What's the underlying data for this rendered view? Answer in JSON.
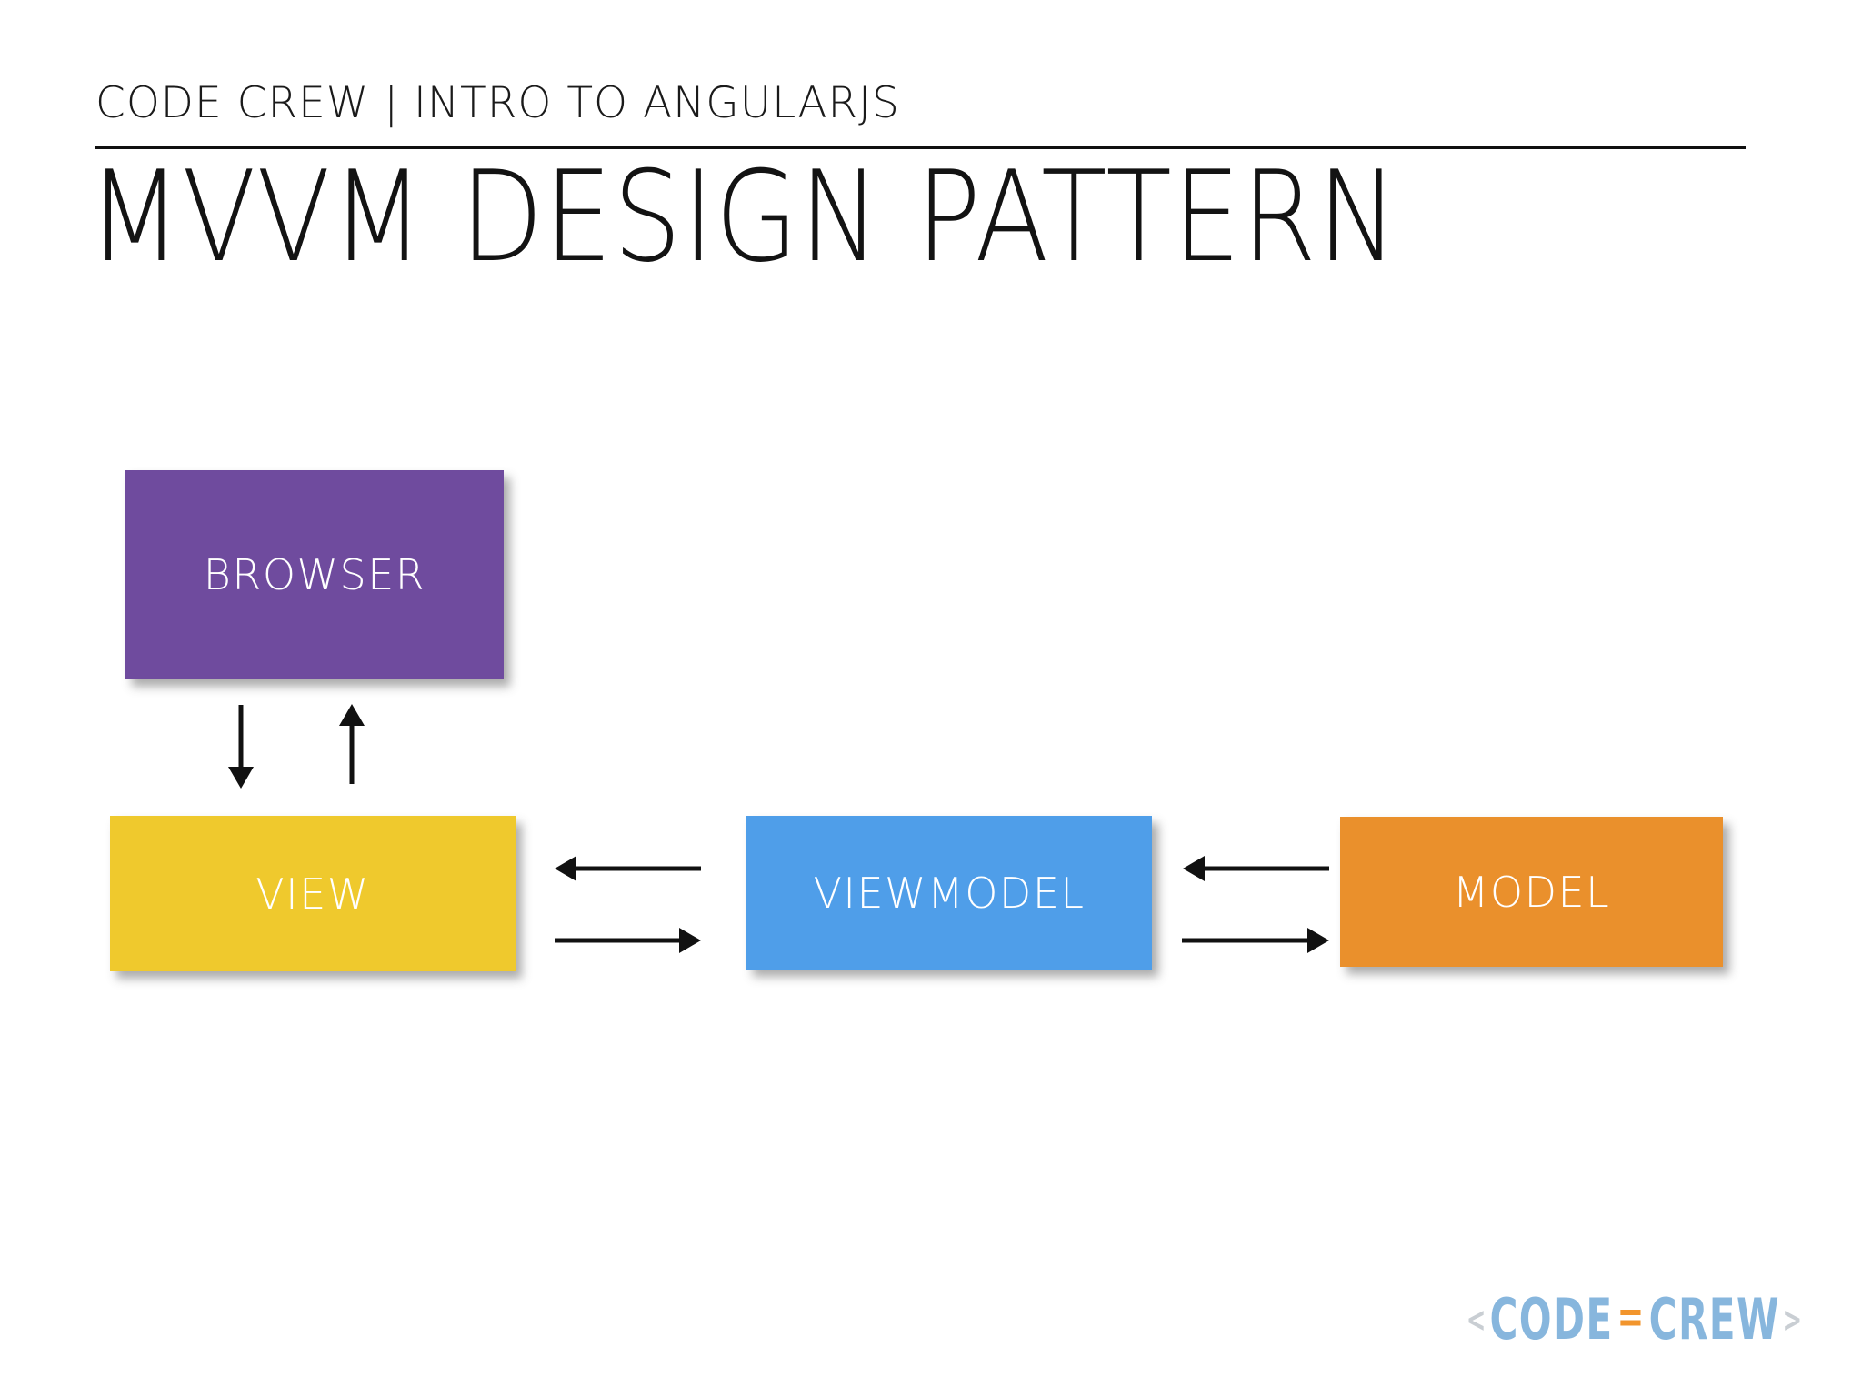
{
  "theme": {
    "ink": "#131313",
    "background": "#ffffff"
  },
  "header": {
    "kicker": "CODE CREW | INTRO TO ANGULARJS",
    "title": "MVVM DESIGN PATTERN"
  },
  "diagram": {
    "boxes": {
      "browser": {
        "label": "BROWSER",
        "color": "#6f4b9e"
      },
      "view": {
        "label": "VIEW",
        "color": "#efc92d"
      },
      "viewmodel": {
        "label": "VIEWMODEL",
        "color": "#4f9ee9"
      },
      "model": {
        "label": "MODEL",
        "color": "#ea902c"
      }
    },
    "arrow_color": "#111111",
    "arrows": [
      {
        "icon": "browser-to-view-arrow-icon",
        "direction": "down"
      },
      {
        "icon": "view-to-browser-arrow-icon",
        "direction": "up"
      },
      {
        "icon": "viewmodel-to-view-arrow-icon",
        "direction": "left"
      },
      {
        "icon": "view-to-viewmodel-arrow-icon",
        "direction": "right"
      },
      {
        "icon": "model-to-viewmodel-arrow-icon",
        "direction": "left"
      },
      {
        "icon": "viewmodel-to-model-arrow-icon",
        "direction": "right"
      }
    ]
  },
  "logo": {
    "bracket_left": "<",
    "code": "CODE",
    "equals": "=",
    "crew": "CREW",
    "bracket_right": ">",
    "blue": "#87b6dd",
    "orange": "#f2952d",
    "bracket_gray": "#c9ced3"
  }
}
